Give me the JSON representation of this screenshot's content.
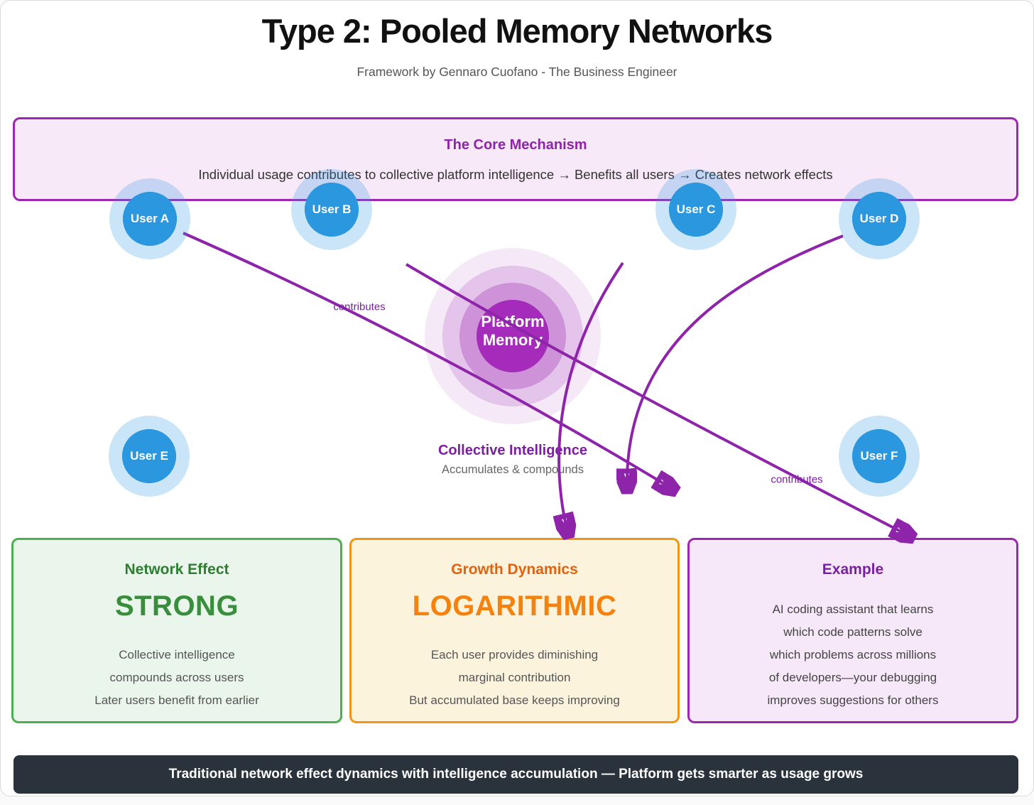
{
  "page": {
    "title": "Type 2: Pooled Memory Networks",
    "subtitle": "Framework by Gennaro Cuofano - The Business Engineer",
    "footer": "Traditional network effect dynamics with intelligence accumulation — Platform gets smarter as usage grows"
  },
  "core_mechanism": {
    "title": "The Core Mechanism",
    "description": "Individual usage contributes to collective platform intelligence → Benefits all users → Creates network effects"
  },
  "users": [
    {
      "label": "User A"
    },
    {
      "label": "User B"
    },
    {
      "label": "User C"
    },
    {
      "label": "User D"
    },
    {
      "label": "User E"
    },
    {
      "label": "User F"
    }
  ],
  "platform": {
    "line1": "Platform",
    "line2": "Memory"
  },
  "collective_intelligence": {
    "title": "Collective Intelligence",
    "subtitle": "Accumulates & compounds"
  },
  "edges": {
    "label_left": "contributes",
    "label_right": "contributes"
  },
  "cards": [
    {
      "title": "Network Effect",
      "value": "STRONG",
      "lines": [
        "Collective intelligence",
        "compounds across users",
        "Later users benefit from earlier"
      ]
    },
    {
      "title": "Growth Dynamics",
      "value": "LOGARITHMIC",
      "lines": [
        "Each user provides diminishing",
        "marginal contribution",
        "But accumulated base keeps improving"
      ]
    },
    {
      "title": "Example",
      "value": "",
      "lines": [
        "AI coding assistant that learns",
        "which code patterns solve",
        "which problems across millions",
        "of developers—your debugging",
        "improves suggestions for others"
      ]
    }
  ],
  "colors": {
    "accent_purple": "#9C27B0",
    "edge_purple": "#8E24AA",
    "node_blue": "#2A97DF",
    "green": "#388E3C",
    "orange": "#F5820D",
    "footer_bg": "#2A333C"
  }
}
